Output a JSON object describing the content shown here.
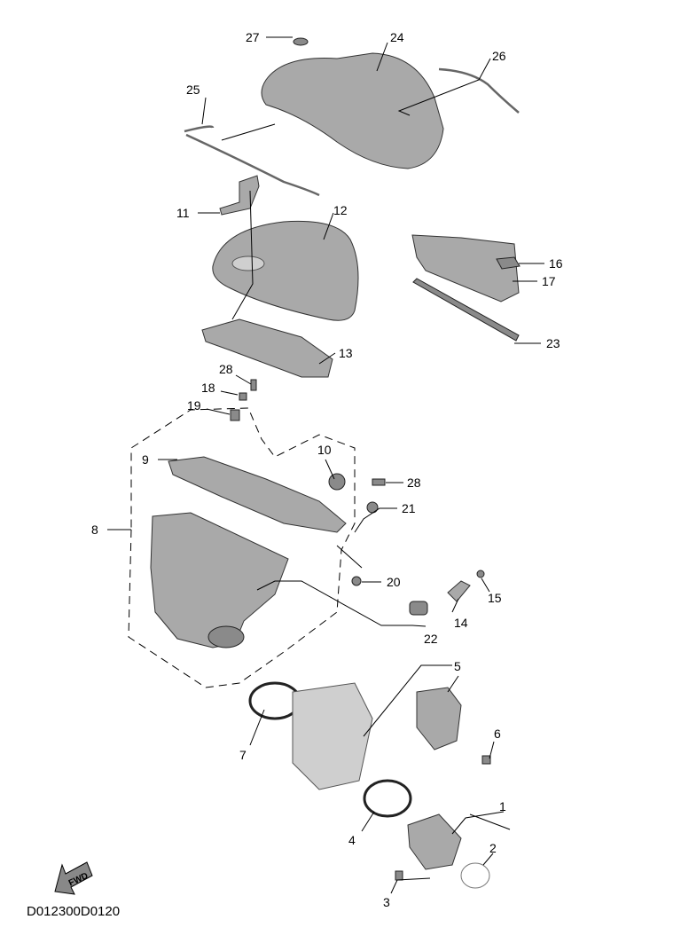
{
  "diagram": {
    "code": "D012300D0120",
    "fwd_label": "FWD",
    "callouts": [
      "27",
      "24",
      "26",
      "25",
      "11",
      "12",
      "16",
      "17",
      "23",
      "13",
      "28",
      "18",
      "19",
      "9",
      "10",
      "28",
      "21",
      "8",
      "20",
      "15",
      "14",
      "22",
      "5",
      "6",
      "7",
      "1",
      "4",
      "2",
      "3"
    ]
  }
}
